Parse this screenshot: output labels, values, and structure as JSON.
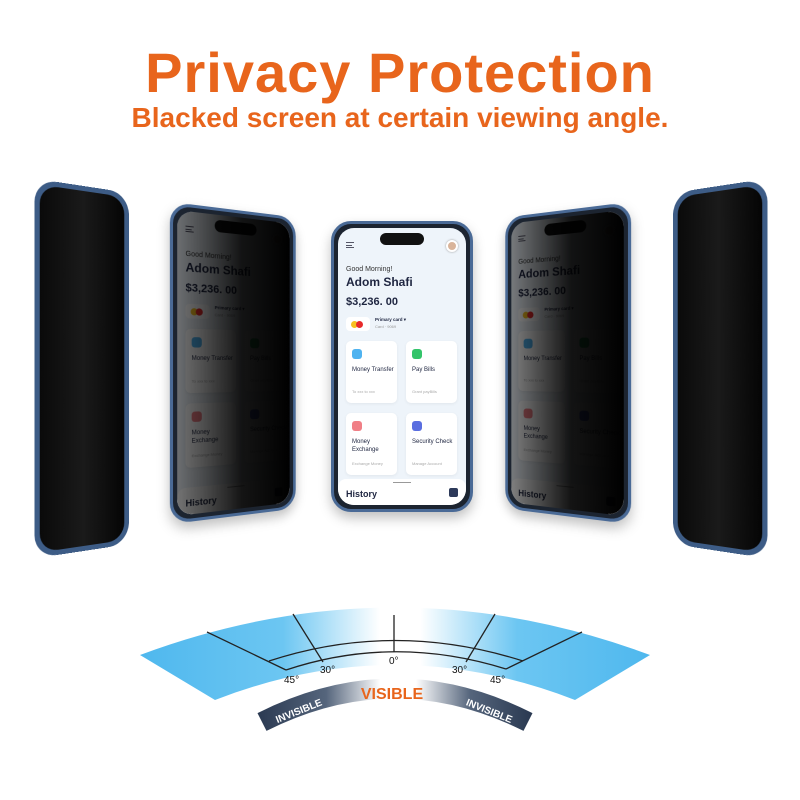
{
  "header": {
    "title": "Privacy Protection",
    "subtitle": "Blacked screen at certain viewing angle."
  },
  "app": {
    "greeting": "Good Morning!",
    "user_name": "Adom Shafi",
    "balance": "$3,236. 00",
    "card_label": "Primary card ▾",
    "card_sub": "Card · 9069",
    "tiles": [
      {
        "title": "Money Transfer",
        "sub": "To xxx to xxx",
        "color": "#4fb3f0"
      },
      {
        "title": "Pay Bills",
        "sub": "Grant payBills",
        "color": "#33c46a"
      },
      {
        "title": "Money Exchange",
        "sub": "Exchange Money",
        "color": "#f07f86"
      },
      {
        "title": "Security Check",
        "sub": "Manage Account",
        "color": "#5a6ee0"
      }
    ],
    "history": "History"
  },
  "diagram": {
    "angles": {
      "left45": "45°",
      "left30": "30°",
      "center": "0°",
      "right30": "30°",
      "right45": "45°"
    },
    "visible": "VISIBLE",
    "invisible_left": "INVISIBLE",
    "invisible_right": "INVISIBLE"
  },
  "colors": {
    "accent": "#e8651c",
    "band_blue": "#4fb8ee",
    "ribbon": "#2b3a52"
  }
}
